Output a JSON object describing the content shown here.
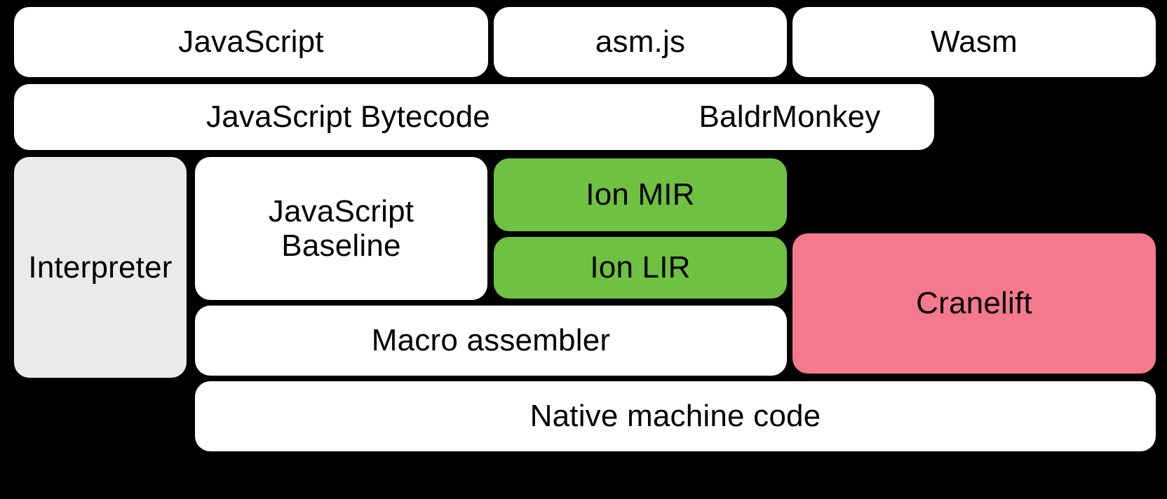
{
  "diagram": {
    "title": "SpiderMonkey compilation pipeline",
    "background_color": "#000000",
    "palette": {
      "white": "#FFFFFF",
      "gray": "#EAEAEA",
      "green": "#6FC142",
      "pink": "#F5798D",
      "text": "#000000"
    },
    "nodes": [
      {
        "id": "javascript",
        "label": "JavaScript",
        "color": "#FFFFFF",
        "row": 1
      },
      {
        "id": "asm-js",
        "label": "asm.js",
        "color": "#FFFFFF",
        "row": 1
      },
      {
        "id": "wasm",
        "label": "Wasm",
        "color": "#FFFFFF",
        "row": 1
      },
      {
        "id": "javascript-bytecode",
        "label": "JavaScript Bytecode",
        "color": "#FFFFFF",
        "row": 2
      },
      {
        "id": "baldrmonkey",
        "label": "BaldrMonkey",
        "color": "#FFFFFF",
        "row": 2
      },
      {
        "id": "interpreter",
        "label": "Interpreter",
        "color": "#EAEAEA",
        "row": 3
      },
      {
        "id": "javascript-baseline",
        "label": "JavaScript\nBaseline",
        "color": "#FFFFFF",
        "row": 3
      },
      {
        "id": "ion-mir",
        "label": "Ion MIR",
        "color": "#6FC142",
        "row": 3
      },
      {
        "id": "ion-lir",
        "label": "Ion LIR",
        "color": "#6FC142",
        "row": 4
      },
      {
        "id": "cranelift",
        "label": "Cranelift",
        "color": "#F5798D",
        "row": 4
      },
      {
        "id": "macro-assembler",
        "label": "Macro assembler",
        "color": "#FFFFFF",
        "row": 5
      },
      {
        "id": "native-machine-code",
        "label": "Native machine code",
        "color": "#FFFFFF",
        "row": 6
      }
    ]
  }
}
